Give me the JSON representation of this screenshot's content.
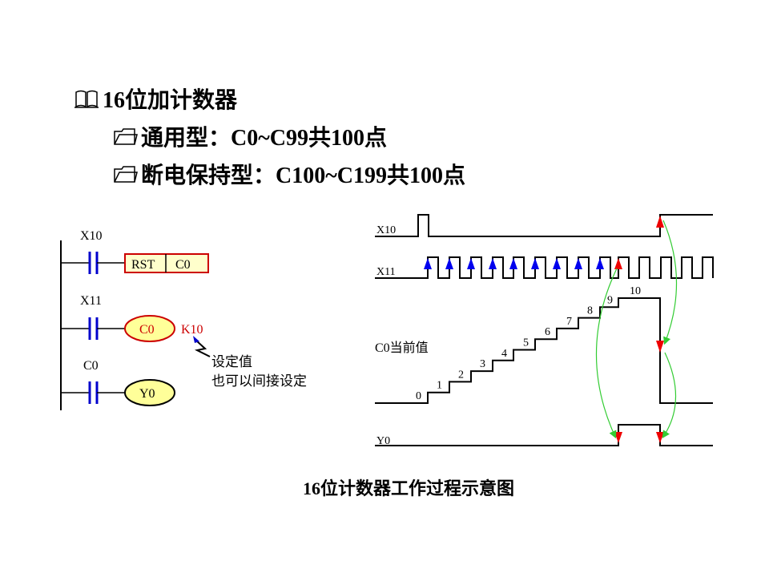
{
  "bullets": {
    "heading": "16位加计数器",
    "general": "通用型：C0~C99共100点",
    "retentive": "断电保持型：C100~C199共100点"
  },
  "ladder": {
    "x10": "X10",
    "x11": "X11",
    "c0_contact": "C0",
    "rst": "RST",
    "rst_target": "C0",
    "counter": "C0",
    "setpoint": "K10",
    "output": "Y0",
    "note_line1": "设定值",
    "note_line2": "也可以间接设定"
  },
  "timing": {
    "x10": "X10",
    "x11": "X11",
    "c0_value": "C0当前值",
    "y0": "Y0",
    "counts": [
      "0",
      "1",
      "2",
      "3",
      "4",
      "5",
      "6",
      "7",
      "8",
      "9",
      "10"
    ]
  },
  "caption": "16位计数器工作过程示意图",
  "colors": {
    "contact": "#0000cc",
    "coil": "#cc0000",
    "rst_fill": "#ffffcc",
    "yellow": "#ffff99",
    "edge_up": "#0000ee",
    "edge_red": "#ee0000",
    "arrow": "#33cc33"
  }
}
